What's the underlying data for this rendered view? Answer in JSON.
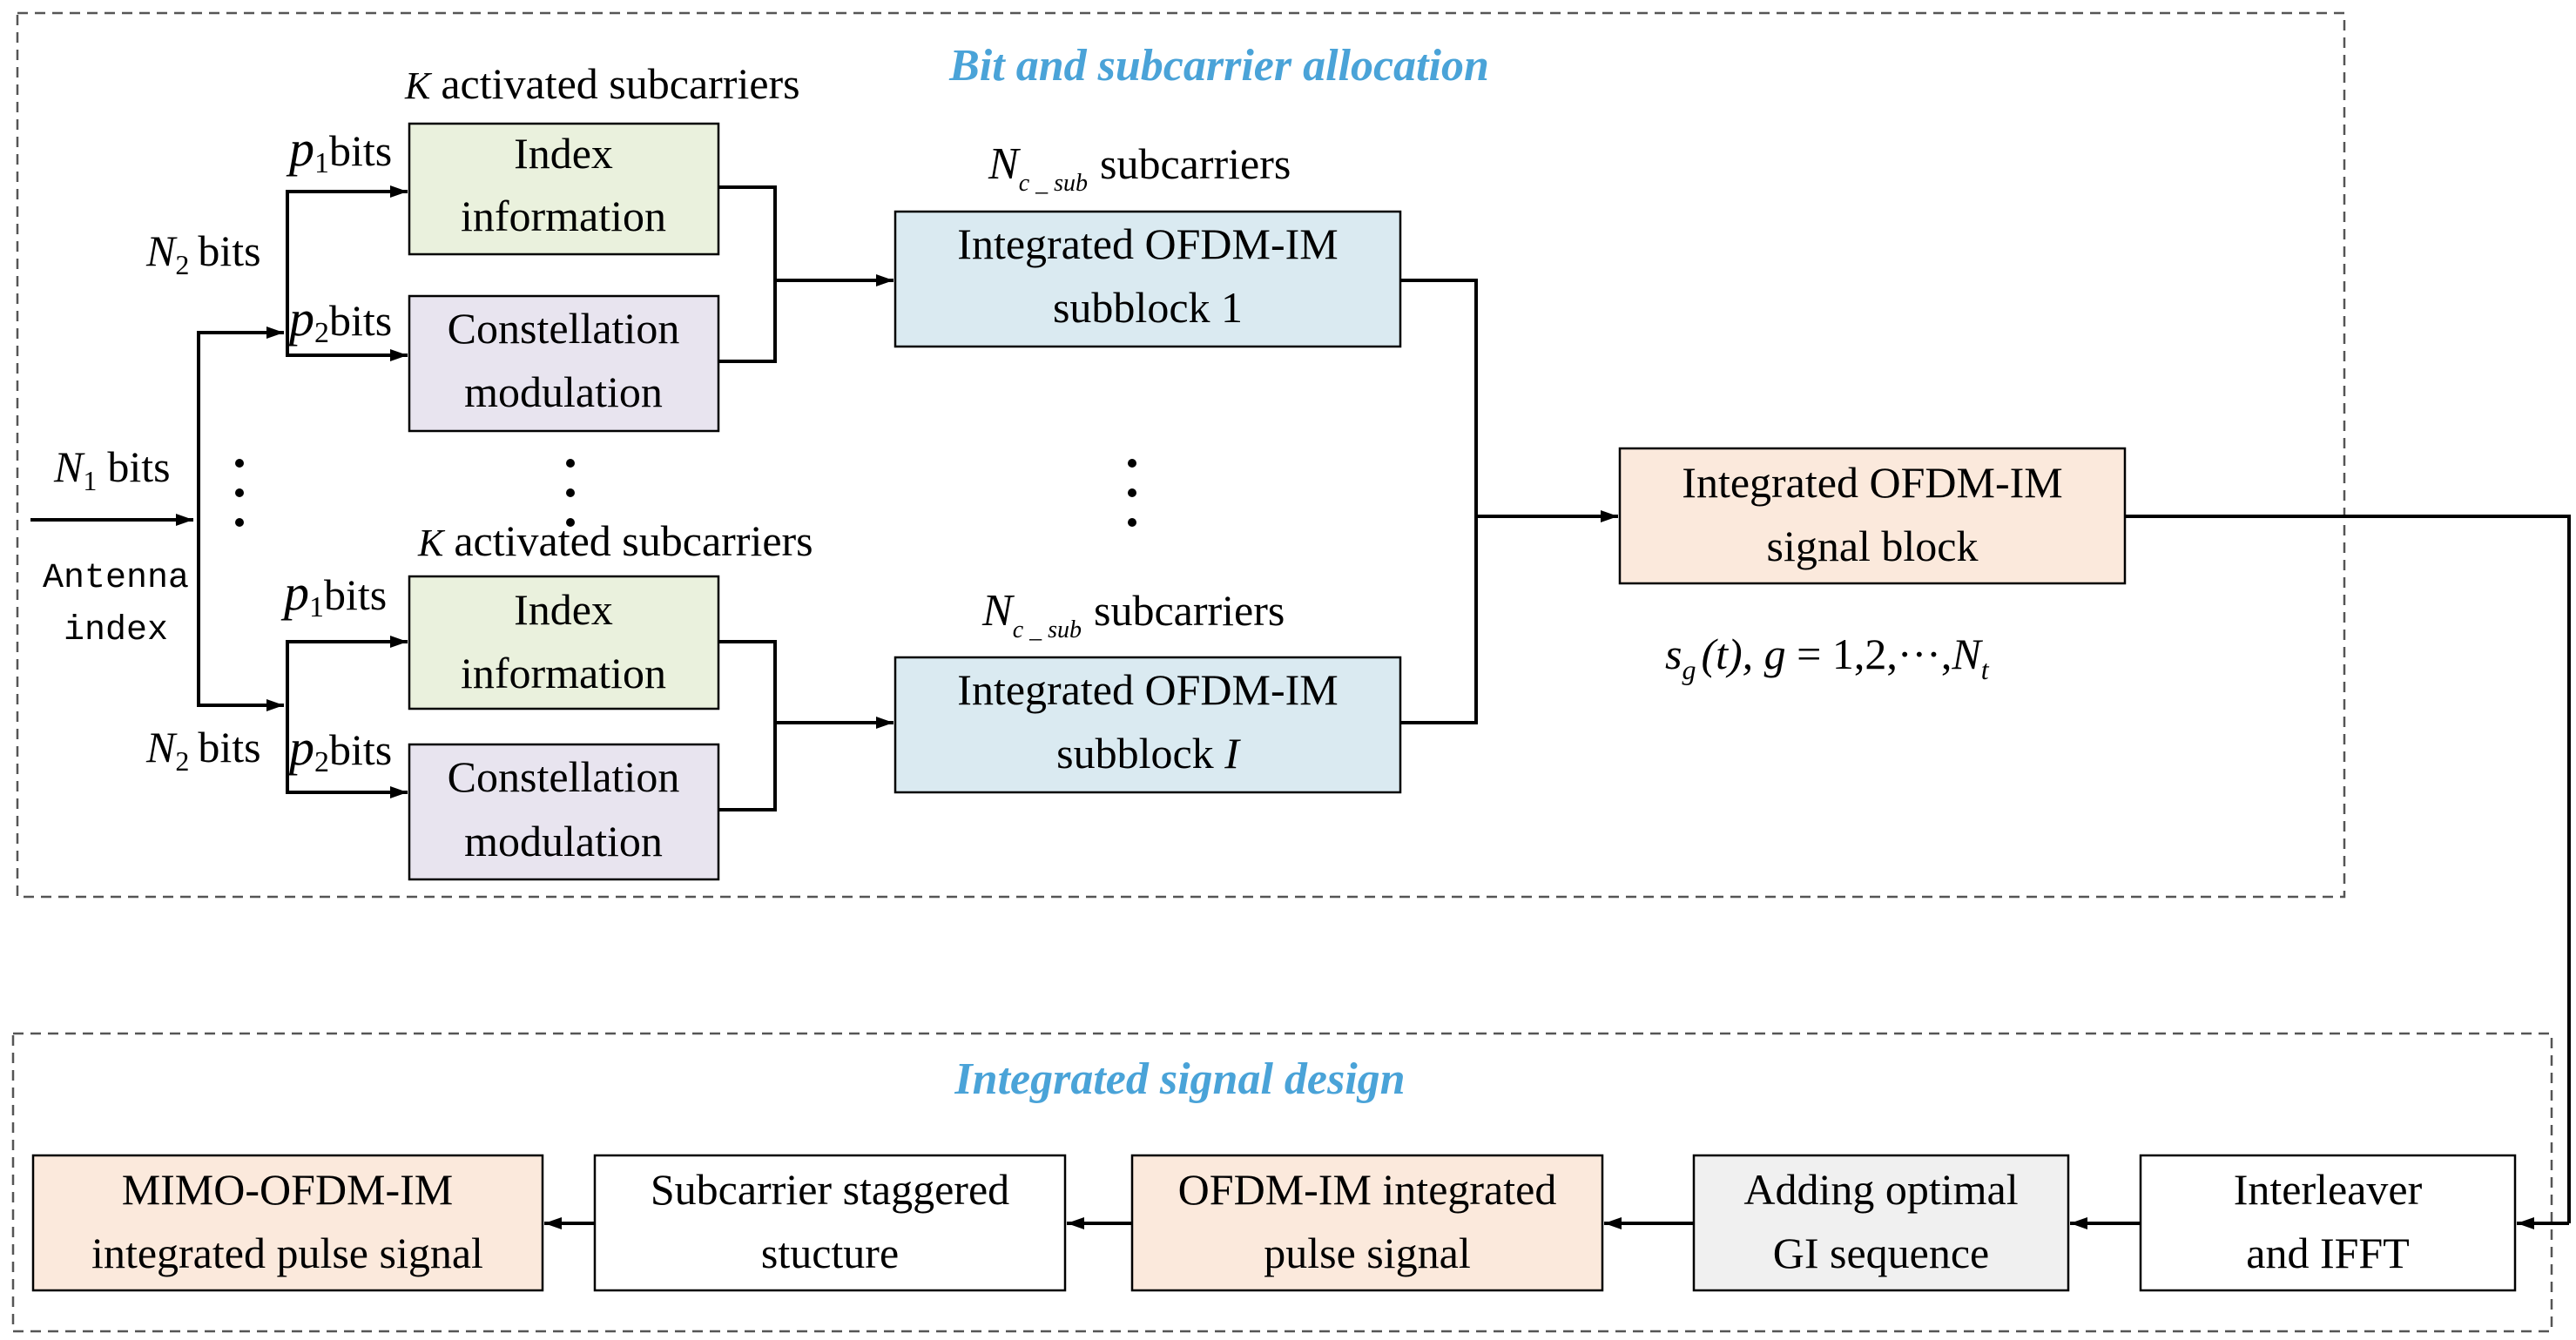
{
  "sections": {
    "allocation_title": "Bit and subcarrier allocation",
    "design_title": "Integrated signal design"
  },
  "labels": {
    "k_prefix": "K",
    "activated_subcarriers": "activated subcarriers",
    "bits": "bits",
    "p": "p",
    "sub1": "1",
    "sub2": "2",
    "n": "N",
    "csub": "c _ sub",
    "subcarriers": "subcarriers",
    "antenna": "Antenna",
    "index": "index",
    "vdots": "⋮",
    "signal_formula": {
      "s": "s",
      "g_sub": "g",
      "paren_t": "(t), ",
      "g": "g",
      "rest": " = 1,2,···,",
      "N": "N",
      "t_sub": "t"
    }
  },
  "boxes": {
    "index_info_line1": "Index",
    "index_info_line2": "information",
    "constellation_line1": "Constellation",
    "constellation_line2": "modulation",
    "subblock1_line1": "Integrated OFDM-IM",
    "subblock1_line2": "subblock 1",
    "subblockI_line1": "Integrated OFDM-IM",
    "subblockI_line2_prefix": "subblock ",
    "subblockI_line2_italic": "I",
    "signal_block_line1": "Integrated OFDM-IM",
    "signal_block_line2": "signal block",
    "interleaver_line1": "Interleaver",
    "interleaver_line2": "and IFFT",
    "gi_line1": "Adding optimal",
    "gi_line2": "GI sequence",
    "ofdm_pulse_line1": "OFDM-IM integrated",
    "ofdm_pulse_line2": "pulse signal",
    "staggered_line1": "Subcarrier staggered",
    "staggered_line2": "stucture",
    "mimo_line1": "MIMO-OFDM-IM",
    "mimo_line2": "integrated pulse signal"
  },
  "colors": {
    "green_box": "#eaf1dd",
    "lavender_box": "#e8e4ef",
    "blue_box": "#daeaf1",
    "peach_box": "#fbe9dc",
    "gray_box": "#f0f0f0",
    "white_box": "#ffffff",
    "title_blue": "#4aa3d8"
  }
}
